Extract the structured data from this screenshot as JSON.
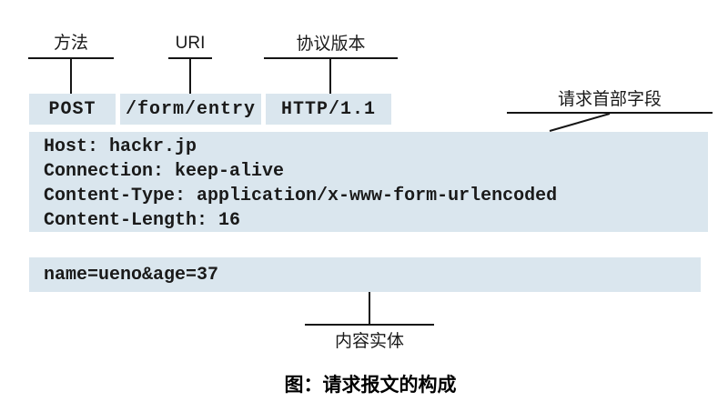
{
  "request_line": {
    "method_label": "方法",
    "uri_label": "URI",
    "version_label": "协议版本",
    "method": "POST",
    "uri": "/form/entry",
    "version": "HTTP/1.1"
  },
  "headers": {
    "label": "请求首部字段",
    "lines": [
      "Host: hackr.jp",
      "Connection: keep-alive",
      "Content-Type: application/x-www-form-urlencoded",
      "Content-Length: 16"
    ]
  },
  "body": {
    "label": "内容实体",
    "content": "name=ueno&age=37"
  },
  "caption": "图：请求报文的构成",
  "colors": {
    "block_fill": "#dae6ee",
    "line": "#151515",
    "text": "#1a1a1a"
  }
}
